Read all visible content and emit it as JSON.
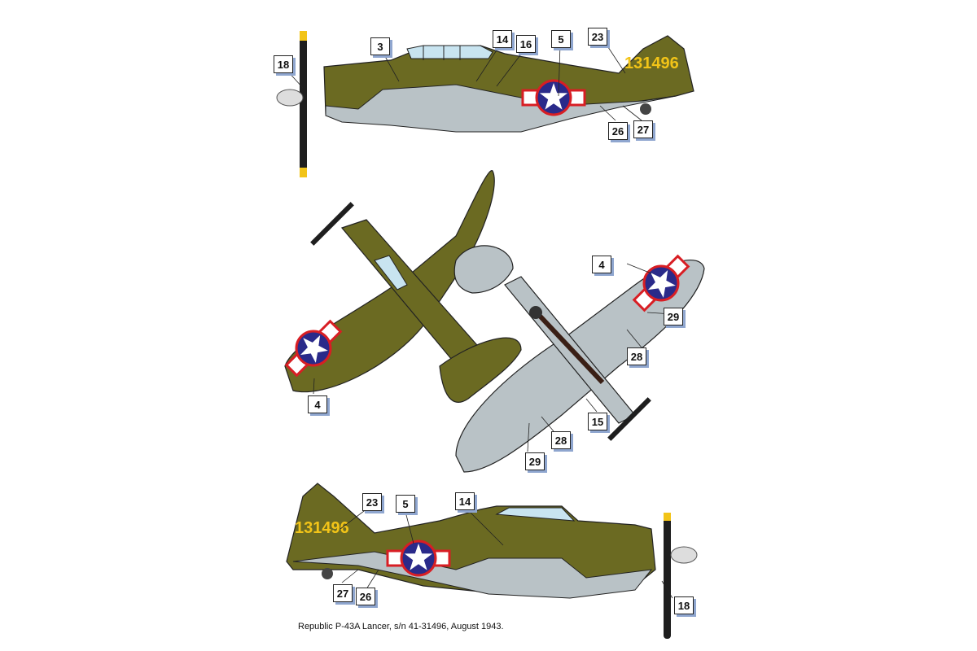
{
  "caption": "Republic P-43A Lancer, s/n 41-31496, August 1943.",
  "colors": {
    "olive_drab": "#6b6a22",
    "neutral_gray": "#b9c2c6",
    "insignia_blue": "#2a2a8a",
    "insignia_red": "#d81e24",
    "tail_number_yellow": "#f2c418",
    "canopy": "#c8e4f0",
    "callout_shadow": "#8fa6cf"
  },
  "views": {
    "left_side": {
      "tail_number": "131496",
      "callouts": [
        "18",
        "3",
        "14",
        "16",
        "5",
        "23",
        "26",
        "27"
      ]
    },
    "top": {
      "callouts": [
        "4"
      ]
    },
    "bottom": {
      "callouts": [
        "4",
        "29",
        "28",
        "15",
        "28",
        "29"
      ]
    },
    "right_side": {
      "tail_number": "131496",
      "callouts": [
        "23",
        "5",
        "14",
        "27",
        "26",
        "18"
      ]
    }
  }
}
